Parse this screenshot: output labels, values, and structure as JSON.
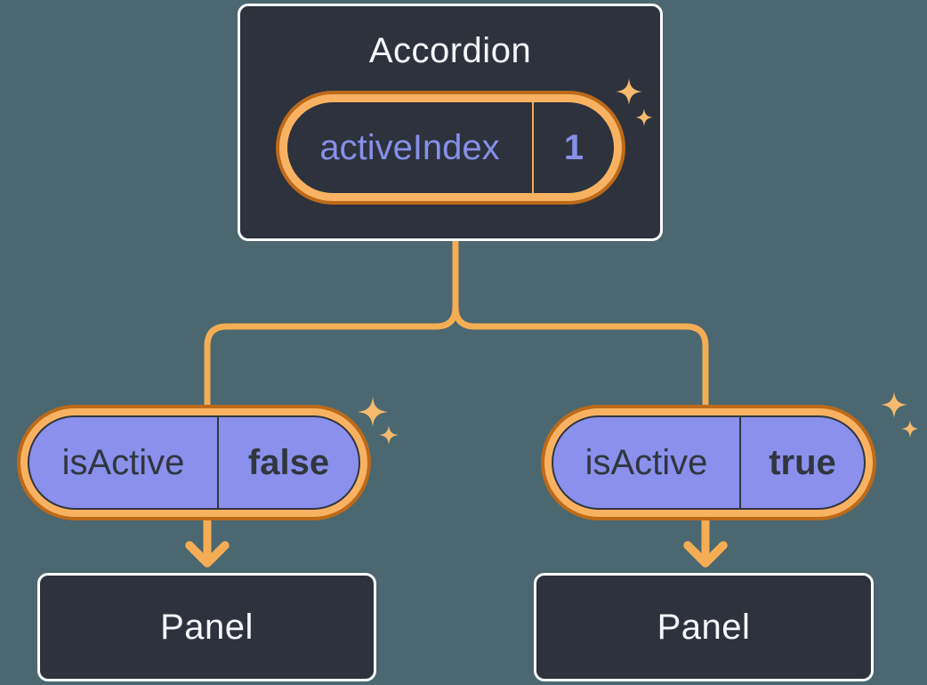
{
  "diagram": {
    "root": {
      "title": "Accordion",
      "state_name": "activeIndex",
      "state_value": "1"
    },
    "children": [
      {
        "prop_name": "isActive",
        "prop_value": "false",
        "panel_label": "Panel"
      },
      {
        "prop_name": "isActive",
        "prop_value": "true",
        "panel_label": "Panel"
      }
    ]
  },
  "icons": {
    "sparkle": "four-point-star"
  },
  "colors": {
    "background": "#4B6770",
    "node_fill": "#2D323D",
    "node_border": "#FFFFFF",
    "light_text": "#F6F7F9",
    "purple_fill": "#8A90EC",
    "purple_text": "#8790E8",
    "dark_text": "#31363F",
    "ring_amber": "#F8B262",
    "ring_dark": "#BC6A1A",
    "line_amber": "#F5AD55",
    "sparkle": "#F5BA6E"
  }
}
